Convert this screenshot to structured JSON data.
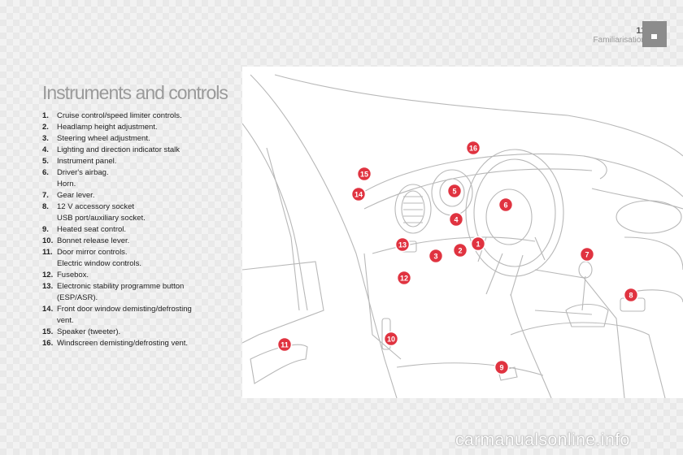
{
  "header": {
    "page_number": "11",
    "section": "Familiarisation"
  },
  "title": "Instruments and controls",
  "items": [
    {
      "num": "1.",
      "text": "Cruise control/speed limiter controls."
    },
    {
      "num": "2.",
      "text": "Headlamp height adjustment."
    },
    {
      "num": "3.",
      "text": "Steering wheel adjustment."
    },
    {
      "num": "4.",
      "text": "Lighting and direction indicator stalk"
    },
    {
      "num": "5.",
      "text": "Instrument panel."
    },
    {
      "num": "6.",
      "text": "Driver's airbag.\nHorn."
    },
    {
      "num": "7.",
      "text": "Gear lever."
    },
    {
      "num": "8.",
      "text": "12 V accessory socket\nUSB port/auxiliary socket."
    },
    {
      "num": "9.",
      "text": "Heated seat control."
    },
    {
      "num": "10.",
      "text": "Bonnet release lever."
    },
    {
      "num": "11.",
      "text": "Door mirror controls.\nElectric window controls."
    },
    {
      "num": "12.",
      "text": "Fusebox."
    },
    {
      "num": "13.",
      "text": "Electronic stability programme button\n(ESP/ASR)."
    },
    {
      "num": "14.",
      "text": "Front door window demisting/defrosting\nvent."
    },
    {
      "num": "15.",
      "text": "Speaker (tweeter)."
    },
    {
      "num": "16.",
      "text": "Windscreen demisting/defrosting vent."
    }
  ],
  "markers": [
    "16",
    "15",
    "14",
    "5",
    "6",
    "4",
    "13",
    "1",
    "2",
    "3",
    "7",
    "12",
    "8",
    "11",
    "10",
    "9"
  ],
  "watermark": "carmanualsonline.info",
  "colors": {
    "marker": "#e03340",
    "title": "#9a9a9a",
    "tab": "#8c8c8c"
  }
}
